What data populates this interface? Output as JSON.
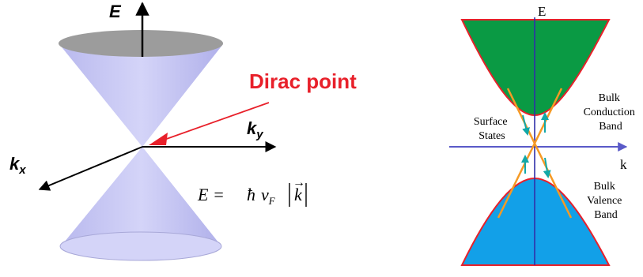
{
  "left_panel": {
    "axis_e": "E",
    "axis_kx": "k",
    "axis_kx_sub": "x",
    "axis_ky": "k",
    "axis_ky_sub": "y",
    "dirac_label": "Dirac point",
    "formula": {
      "lhs": "E = ",
      "hbar": "ħ",
      "v": "v",
      "v_sub": "F",
      "k": "k",
      "arrow": "→"
    },
    "colors": {
      "cone_fill": "#c9c9f4",
      "cone_top": "#9a9a9a",
      "dirac_text": "#e8202a",
      "dirac_arrow": "#e8202a"
    }
  },
  "right_panel": {
    "axis_e": "E",
    "axis_k": "k",
    "conduction_label": [
      "Bulk",
      "Conduction",
      "Band"
    ],
    "valence_label": [
      "Bulk",
      "Valence",
      "Band"
    ],
    "surface_label": [
      "Surface",
      "States"
    ],
    "colors": {
      "conduction_fill": "#0a9a44",
      "valence_fill": "#12a0e8",
      "band_edge": "#e8202a",
      "surface_state_line": "#f59a25",
      "k_axis": "#5a5ac8",
      "e_axis": "#3030a8",
      "spin_arrow": "#12a8a8"
    }
  }
}
